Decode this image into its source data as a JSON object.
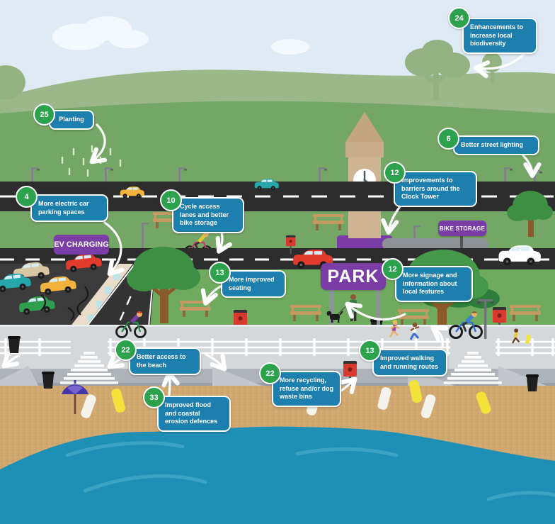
{
  "callouts": [
    {
      "number": "24",
      "text": "Enhancements to increase local biodiversity"
    },
    {
      "number": "25",
      "text": "Planting"
    },
    {
      "number": "6",
      "text": "Better street lighting"
    },
    {
      "number": "12",
      "text": "Improvements to barriers around the Clock Tower"
    },
    {
      "number": "4",
      "text": "More electric car parking spaces"
    },
    {
      "number": "10",
      "text": "Cycle access lanes and better bike storage"
    },
    {
      "number": "13",
      "text": "More improved seating"
    },
    {
      "number": "12",
      "text": "More signage and information about local features"
    },
    {
      "number": "22",
      "text": "Better access to the beach"
    },
    {
      "number": "33",
      "text": "Improved flood and coastal erosion defences"
    },
    {
      "number": "22",
      "text": "More recycling, refuse and/or dog waste bins"
    },
    {
      "number": "13",
      "text": "Improved walking and running routes"
    }
  ],
  "signs": {
    "ev_charging": "EV CHARGING",
    "bike_storage": "BIKE STORAGE",
    "park": "PARK"
  },
  "colors": {
    "callout_bubble": "#1d7fae",
    "callout_badge": "#2ca24d",
    "sign_purple": "#7a3da6",
    "sky": "#dfeaf4",
    "hill_light": "#9cb88b",
    "grass": "#74a766",
    "road": "#2d2d2d",
    "sand": "#d2a871",
    "sea": "#1f90b5"
  }
}
